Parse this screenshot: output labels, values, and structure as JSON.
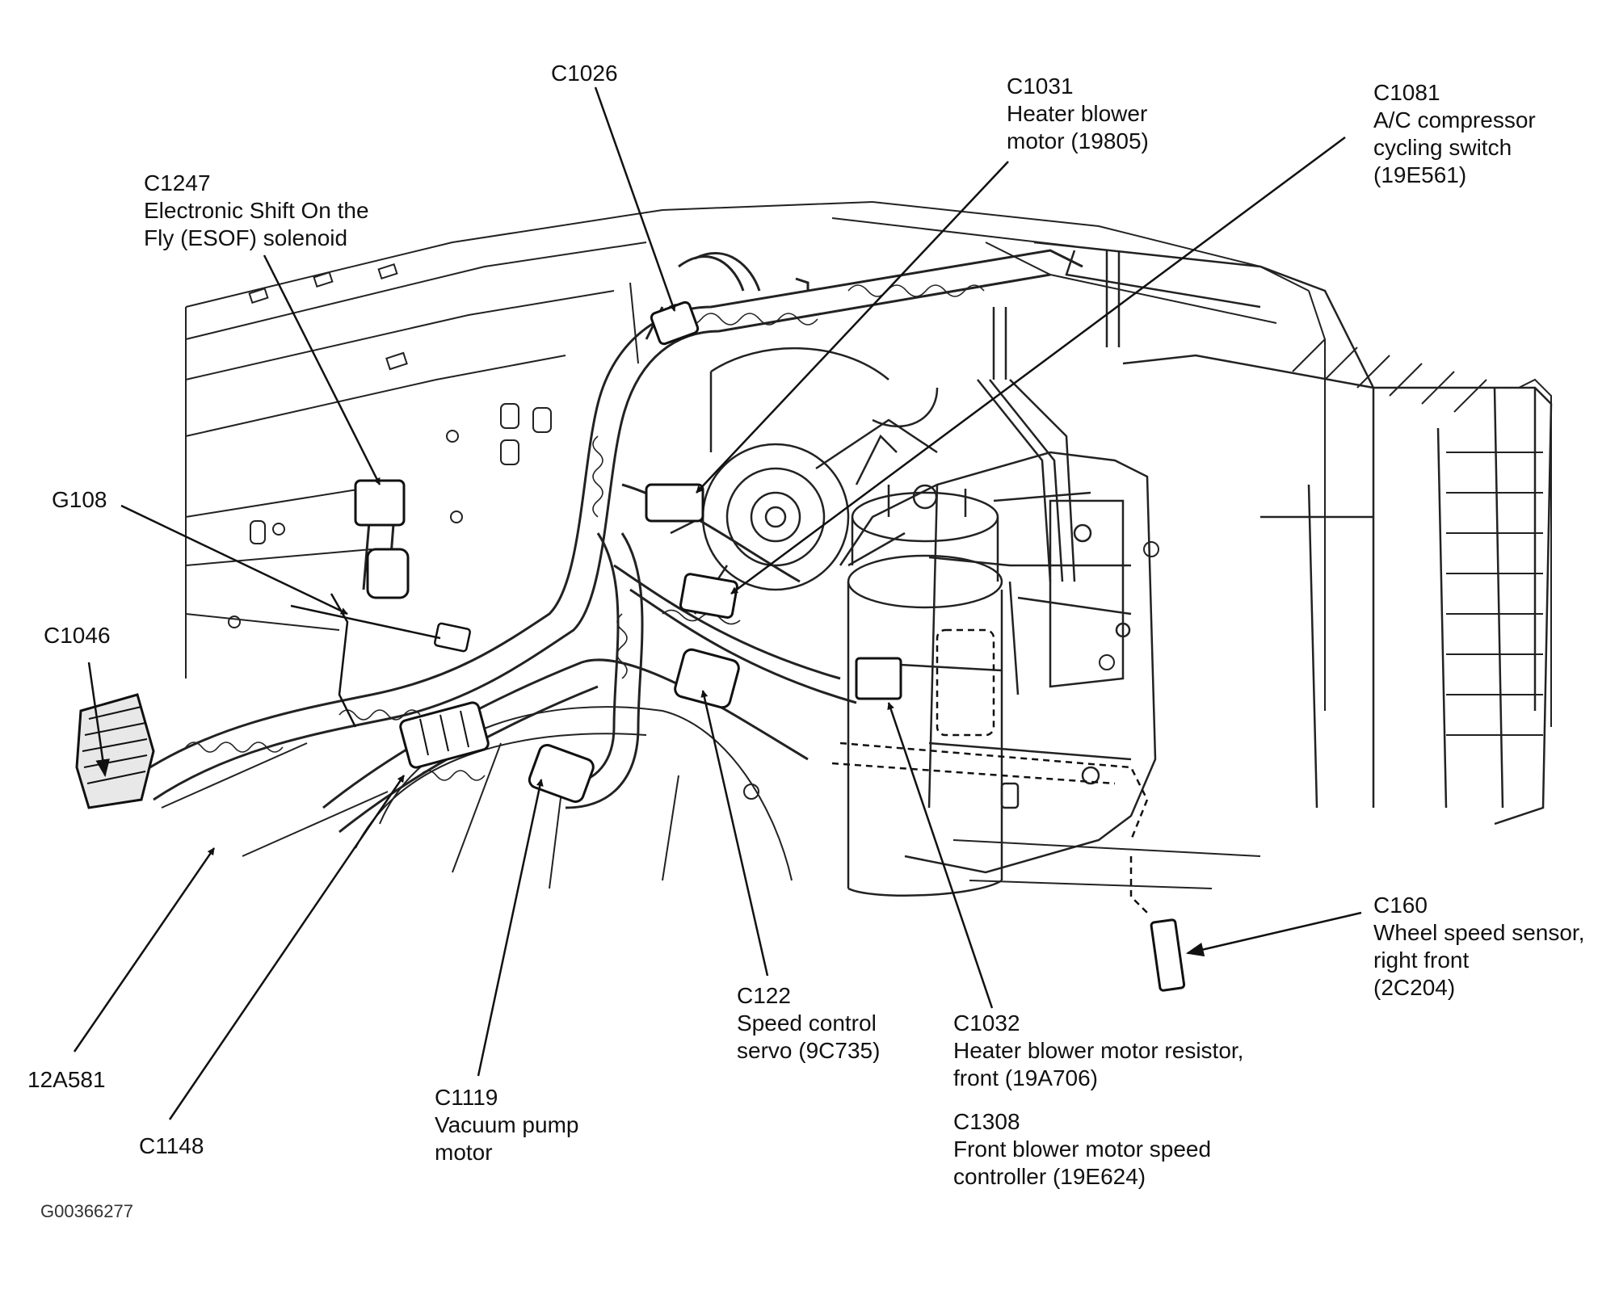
{
  "figure_id": "G00366277",
  "callouts": {
    "c1026": [
      "C1026"
    ],
    "c1031": [
      "C1031",
      "Heater blower",
      "motor (19805)"
    ],
    "c1081": [
      "C1081",
      "A/C compressor",
      "cycling switch",
      "(19E561)"
    ],
    "c1247": [
      "C1247",
      "Electronic Shift On the",
      "Fly (ESOF) solenoid"
    ],
    "g108": [
      "G108"
    ],
    "c1046": [
      "C1046"
    ],
    "a12a581": [
      "12A581"
    ],
    "c1148": [
      "C1148"
    ],
    "c1119": [
      "C1119",
      "Vacuum pump",
      "motor"
    ],
    "c122": [
      "C122",
      "Speed control",
      "servo (9C735)"
    ],
    "c1032": [
      "C1032",
      "Heater blower motor resistor,",
      "front  (19A706)"
    ],
    "c1308": [
      "C1308",
      "Front blower motor speed",
      "controller (19E624)"
    ],
    "c160": [
      "C160",
      "Wheel speed sensor,",
      "right front",
      "(2C204)"
    ]
  }
}
